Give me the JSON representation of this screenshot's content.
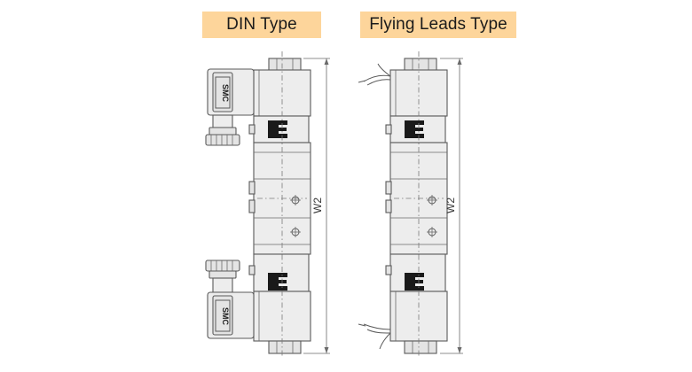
{
  "labels": {
    "din_type": "DIN Type",
    "flying_leads_type": "Flying Leads Type"
  },
  "dimensions": {
    "din_width": "W2",
    "flying_width": "W2"
  },
  "connector_logo": "SMC",
  "colors": {
    "label_background": "#fdd59b",
    "body_fill": "#ededed",
    "outline": "#5a5a5a",
    "marking": "#1a1a1a"
  }
}
